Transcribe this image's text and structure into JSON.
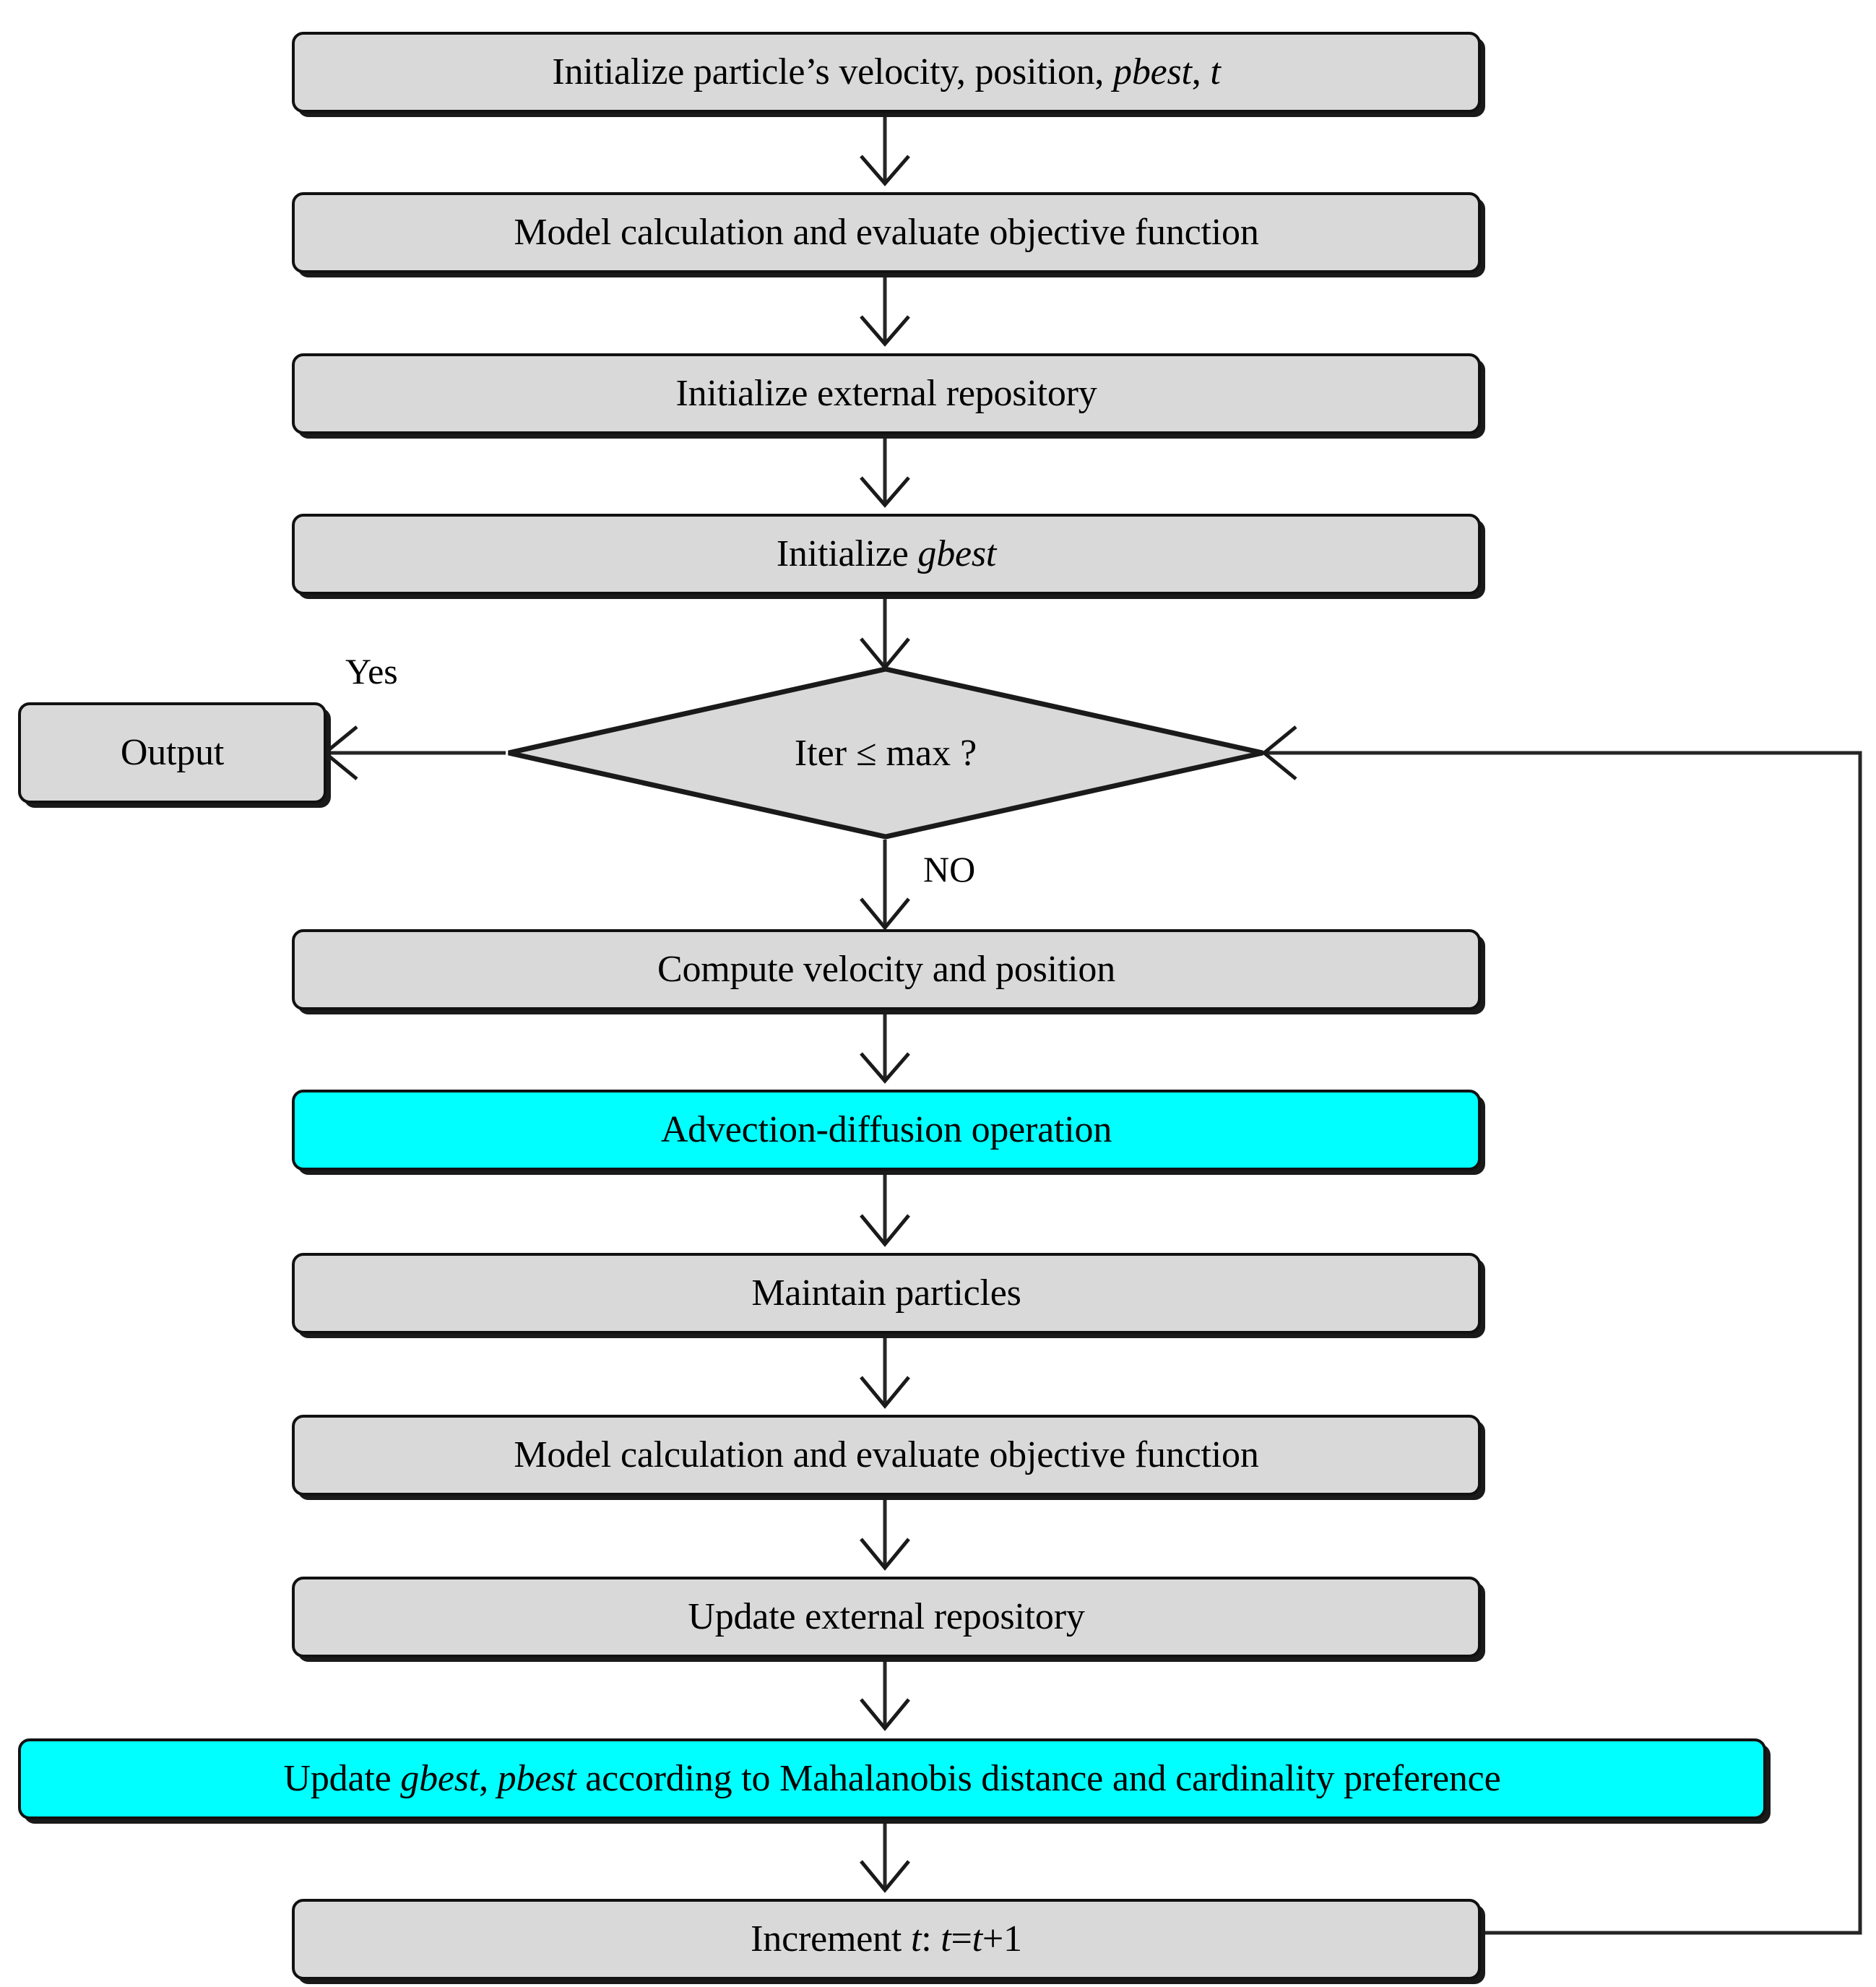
{
  "diagram": {
    "title": "MOPSO with advection-diffusion flowchart",
    "colors": {
      "box_fill": "#d9d9d9",
      "highlight_fill": "#00ffff",
      "border": "#111111",
      "line": "#262626",
      "text": "#000000",
      "background": "#ffffff"
    },
    "nodes": [
      {
        "id": "init-particle",
        "shape": "rounded-rect",
        "fill": "#d9d9d9",
        "text": "Initialize particle's velocity, position, pbest, t",
        "parts": [
          {
            "t": "Initialize particle’s velocity, position, ",
            "i": false
          },
          {
            "t": "pbest",
            "i": true
          },
          {
            "t": ", ",
            "i": false
          },
          {
            "t": "t",
            "i": true
          }
        ]
      },
      {
        "id": "model-calc-1",
        "shape": "rounded-rect",
        "fill": "#d9d9d9",
        "text": "Model calculation and evaluate objective function",
        "parts": [
          {
            "t": "Model calculation and evaluate objective function",
            "i": false
          }
        ]
      },
      {
        "id": "init-repository",
        "shape": "rounded-rect",
        "fill": "#d9d9d9",
        "text": "Initialize external repository",
        "parts": [
          {
            "t": "Initialize external repository",
            "i": false
          }
        ]
      },
      {
        "id": "init-gbest",
        "shape": "rounded-rect",
        "fill": "#d9d9d9",
        "text": "Initialize gbest",
        "parts": [
          {
            "t": "Initialize ",
            "i": false
          },
          {
            "t": "gbest",
            "i": true
          }
        ]
      },
      {
        "id": "compute-velocity",
        "shape": "rounded-rect",
        "fill": "#d9d9d9",
        "text": "Compute velocity and position",
        "parts": [
          {
            "t": "Compute velocity and position",
            "i": false
          }
        ]
      },
      {
        "id": "advection-diffusion",
        "shape": "rounded-rect",
        "fill": "#00ffff",
        "text": "Advection-diffusion operation",
        "parts": [
          {
            "t": "Advection-diffusion operation",
            "i": false
          }
        ]
      },
      {
        "id": "maintain-particles",
        "shape": "rounded-rect",
        "fill": "#d9d9d9",
        "text": "Maintain particles",
        "parts": [
          {
            "t": "Maintain particles",
            "i": false
          }
        ]
      },
      {
        "id": "model-calc-2",
        "shape": "rounded-rect",
        "fill": "#d9d9d9",
        "text": "Model calculation and evaluate objective function",
        "parts": [
          {
            "t": "Model calculation and evaluate objective function",
            "i": false
          }
        ]
      },
      {
        "id": "update-repository",
        "shape": "rounded-rect",
        "fill": "#d9d9d9",
        "text": "Update external repository",
        "parts": [
          {
            "t": "Update external repository",
            "i": false
          }
        ]
      },
      {
        "id": "update-gbest-pbest",
        "shape": "rounded-rect",
        "fill": "#00ffff",
        "text": "Update gbest, pbest according to Mahalanobis distance and cardinality preference",
        "parts": [
          {
            "t": "Update ",
            "i": false
          },
          {
            "t": "gbest",
            "i": true
          },
          {
            "t": ", ",
            "i": false
          },
          {
            "t": "pbest",
            "i": true
          },
          {
            "t": " according to Mahalanobis distance and cardinality preference",
            "i": false
          }
        ]
      },
      {
        "id": "increment-t",
        "shape": "rounded-rect",
        "fill": "#d9d9d9",
        "text": "Increment t: t=t+1",
        "parts": [
          {
            "t": "Increment ",
            "i": false
          },
          {
            "t": "t",
            "i": true
          },
          {
            "t": ": ",
            "i": false
          },
          {
            "t": "t",
            "i": true
          },
          {
            "t": "=",
            "i": false
          },
          {
            "t": "t",
            "i": true
          },
          {
            "t": "+1",
            "i": false
          }
        ]
      },
      {
        "id": "output",
        "shape": "rounded-rect",
        "fill": "#d9d9d9",
        "text": "Output",
        "parts": [
          {
            "t": "Output",
            "i": false
          }
        ]
      }
    ],
    "decision": {
      "id": "iter-check",
      "shape": "diamond",
      "fill": "#d9d9d9",
      "text": "Iter ≤ max ?"
    },
    "edge_labels": {
      "yes": "Yes",
      "no": "NO"
    }
  }
}
